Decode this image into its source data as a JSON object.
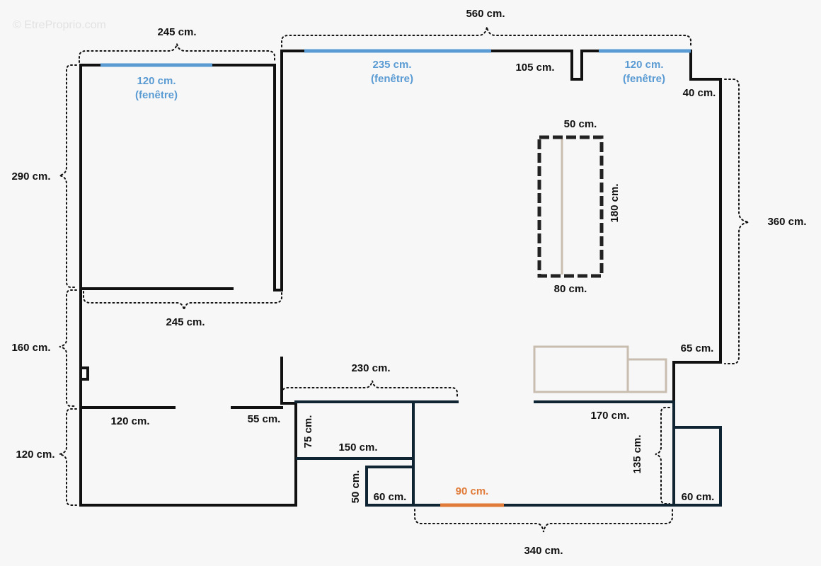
{
  "watermark": "© EtreProprio.com",
  "colors": {
    "wall": "#111111",
    "wall_dark_blue": "#102533",
    "window": "#5a9bd3",
    "door": "#e07b39",
    "furniture": "#c9bdb0",
    "dim_line": "#111111"
  },
  "labels": {
    "top_left_width": "245 cm.",
    "top_right_width": "560 cm.",
    "left_window": "120 cm.",
    "left_window_note": "(fenêtre)",
    "center_window": "235 cm.",
    "center_window_note": "(fenêtre)",
    "wall_105": "105 cm.",
    "right_window": "120 cm.",
    "right_window_note": "(fenêtre)",
    "right_step": "40 cm.",
    "left_height_top": "290 cm.",
    "right_height": "360 cm.",
    "bed_width": "50 cm.",
    "bed_length": "180 cm.",
    "bed_bottom": "80 cm.",
    "room_divider": "245 cm.",
    "left_height_mid": "160 cm.",
    "right_wall_65": "65 cm.",
    "hall_width": "230 cm.",
    "kitchen_counter": "170 cm.",
    "wall_120": "120 cm.",
    "wall_55": "55 cm.",
    "left_height_bottom": "120 cm.",
    "closet_height": "75 cm.",
    "closet_width": "150 cm.",
    "bath_height": "135 cm.",
    "door_90": "90 cm.",
    "small_box_height": "50 cm.",
    "small_box_width": "60 cm.",
    "right_box_width": "60 cm.",
    "bottom_width": "340 cm."
  }
}
